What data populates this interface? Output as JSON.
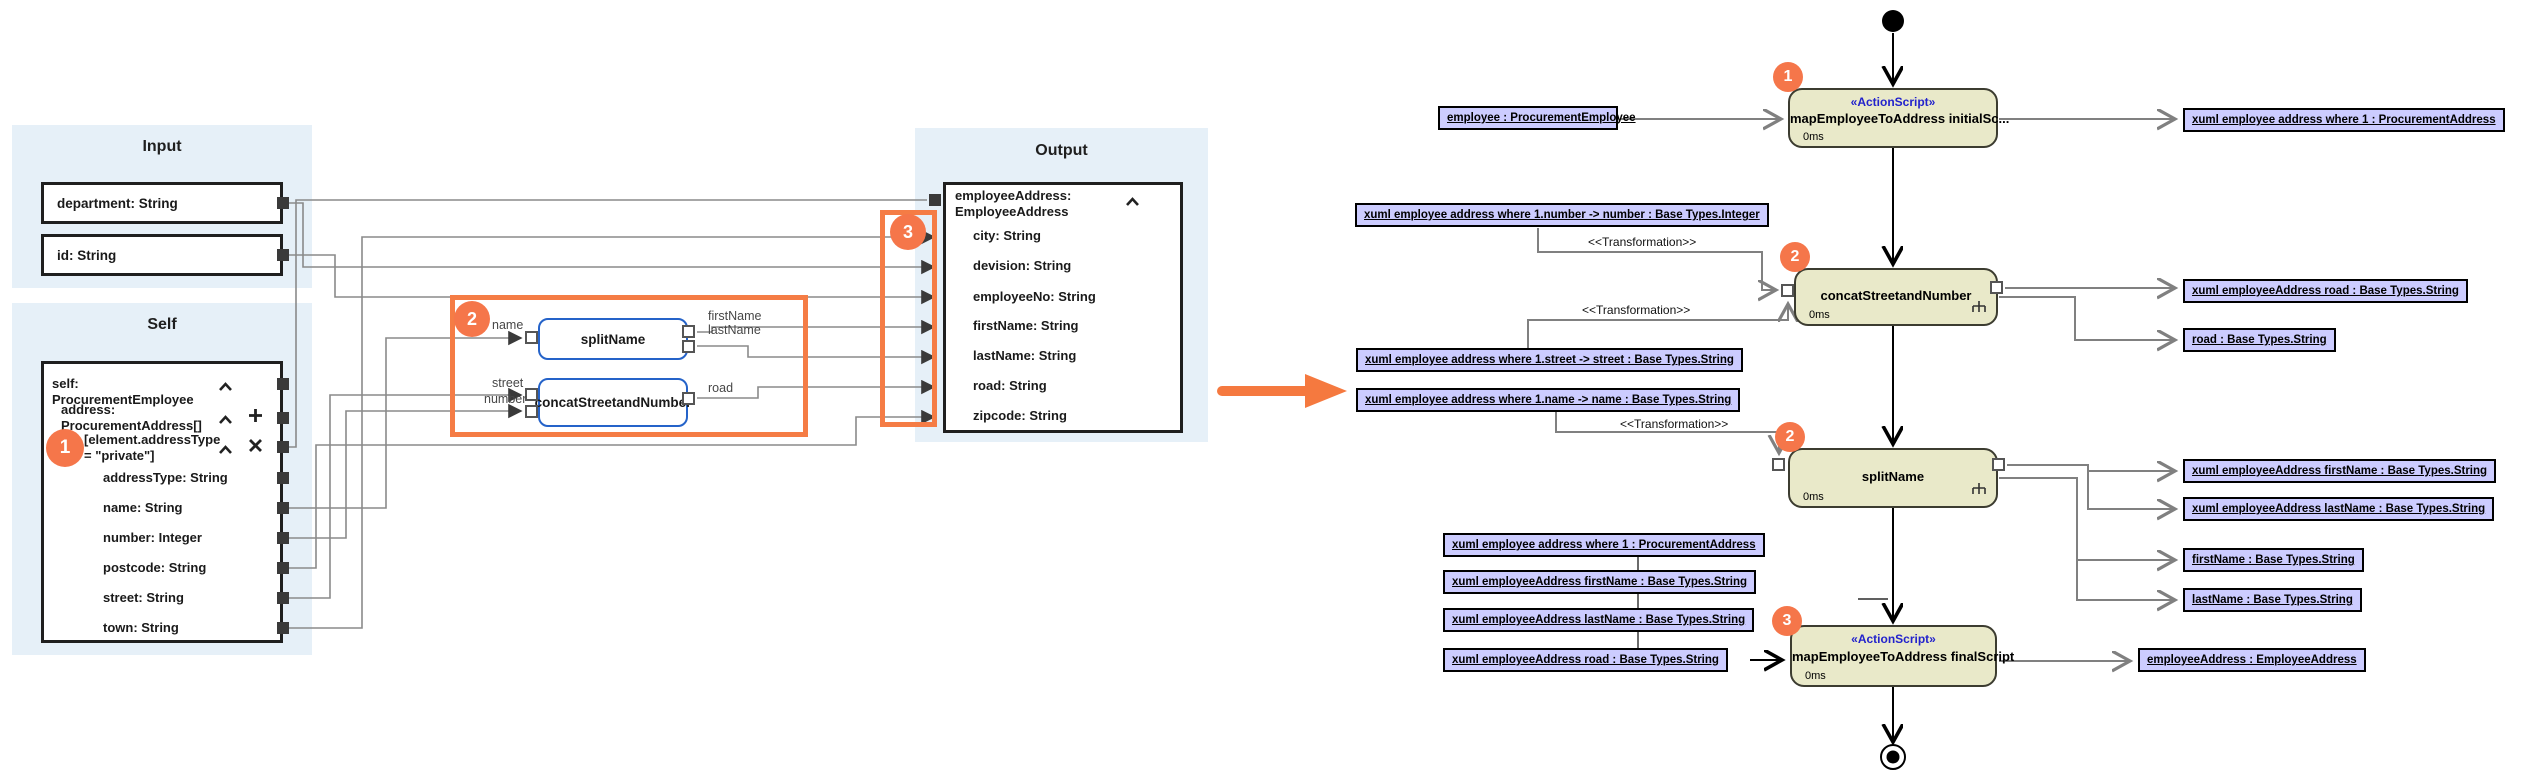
{
  "colors": {
    "accent_orange": "#F5764A",
    "panel_blue": "#E6F0F8",
    "action_node_fill": "#E9E9C9",
    "object_node_fill": "#CCCCFF",
    "transform_node_border": "#2563C9",
    "stereotype_blue": "#2222CC",
    "wire_gray": "#808080"
  },
  "mapper": {
    "input_panel": {
      "title": "Input",
      "fields": [
        {
          "label": "department: String"
        },
        {
          "label": "id: String"
        }
      ]
    },
    "self_panel": {
      "title": "Self",
      "badge": "1",
      "rows": [
        {
          "label": "self: ProcurementEmployee"
        },
        {
          "label": "address:\nProcurementAddress[]"
        },
        {
          "label": "[element.addressType\n= \"private\"]"
        },
        {
          "label": "addressType: String"
        },
        {
          "label": "name: String"
        },
        {
          "label": "number: Integer"
        },
        {
          "label": "postcode: String"
        },
        {
          "label": "street: String"
        },
        {
          "label": "town: String"
        }
      ]
    },
    "output_panel": {
      "title": "Output",
      "badge": "3",
      "header": "employeeAddress:\nEmployeeAddress",
      "rows": [
        {
          "label": "city: String"
        },
        {
          "label": "devision: String"
        },
        {
          "label": "employeeNo: String"
        },
        {
          "label": "firstName: String"
        },
        {
          "label": "lastName: String"
        },
        {
          "label": "road: String"
        },
        {
          "label": "zipcode: String"
        }
      ]
    },
    "transform_group": {
      "badge": "2",
      "split_node": {
        "label": "splitName",
        "in": [
          "name"
        ],
        "out": [
          "firstName",
          "lastName"
        ]
      },
      "concat_node": {
        "label": "concatStreetandNumber",
        "in": [
          "street",
          "number"
        ],
        "out": [
          "road"
        ]
      }
    }
  },
  "activity": {
    "transformation_label": "<<Transformation>>",
    "nodes": {
      "initial_script": {
        "badge": "1",
        "stereotype": "«ActionScript»",
        "title": "mapEmployeeToAddress initialSc...",
        "duration": "0ms"
      },
      "concat": {
        "badge": "2",
        "title": "concatStreetandNumber",
        "duration": "0ms"
      },
      "split": {
        "badge": "2",
        "title": "splitName",
        "duration": "0ms"
      },
      "final_script": {
        "badge": "3",
        "stereotype": "«ActionScript»",
        "title": "mapEmployeeToAddress finalScript",
        "duration": "0ms"
      }
    },
    "objects": {
      "employee": "employee : ProcurementEmployee",
      "addr_where_top": "xuml employee address where 1 : ProcurementAddress",
      "number_map": "xuml employee address where 1.number -> number : Base Types.Integer",
      "street_map": "xuml employee address where 1.street -> street : Base Types.String",
      "name_map": "xuml employee address where 1.name -> name : Base Types.String",
      "road_xuml": "xuml employeeAddress road : Base Types.String",
      "road_base": "road : Base Types.String",
      "first_xuml": "xuml employeeAddress firstName : Base Types.String",
      "last_xuml": "xuml employeeAddress lastName : Base Types.String",
      "first_base": "firstName : Base Types.String",
      "last_base": "lastName : Base Types.String",
      "in_where": "xuml employee address where 1 : ProcurementAddress",
      "in_first": "xuml employeeAddress firstName : Base Types.String",
      "in_last": "xuml employeeAddress lastName : Base Types.String",
      "in_road": "xuml employeeAddress road : Base Types.String",
      "out_final": "employeeAddress : EmployeeAddress"
    }
  }
}
